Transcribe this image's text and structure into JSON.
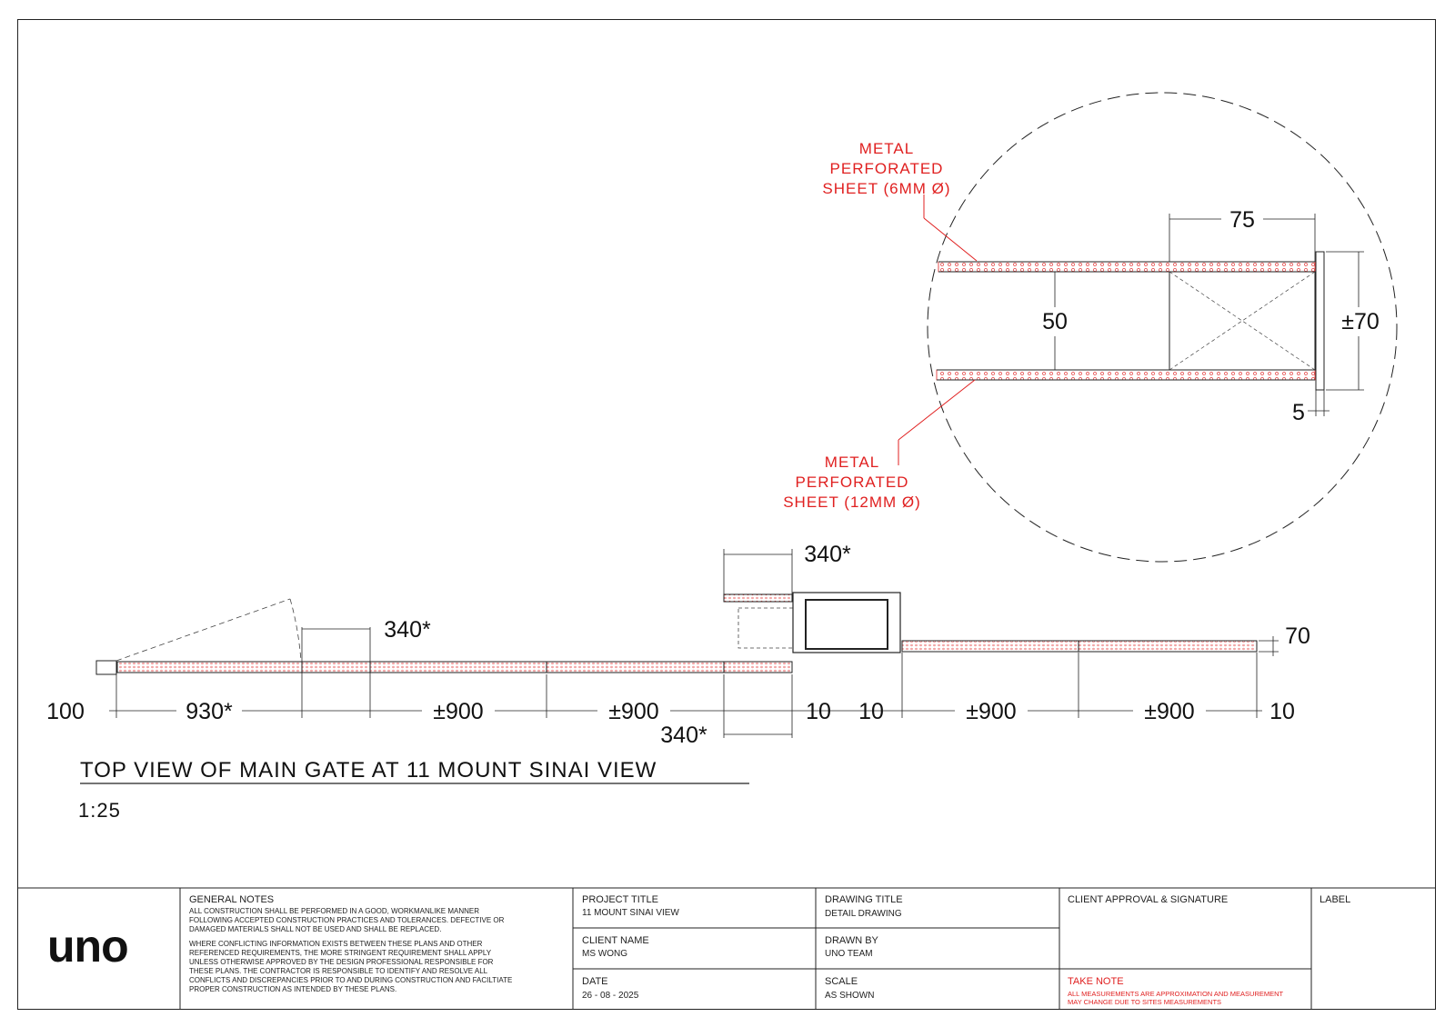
{
  "drawing": {
    "title": "TOP VIEW OF MAIN GATE AT 11 MOUNT SINAI VIEW",
    "scale": "1:25",
    "detail_labels": {
      "top_callout": [
        "METAL",
        "PERFORATED",
        "SHEET (6MM Ø)"
      ],
      "bottom_callout": [
        "METAL",
        "PERFORATED",
        "SHEET (12MM Ø)"
      ]
    },
    "detail_dims": {
      "width": "75",
      "inner": "50",
      "overall": "±70",
      "plate": "5"
    },
    "plan_dims": {
      "post_left": "100",
      "leaf": "930*",
      "swing": "340*",
      "panel_1": "±900",
      "panel_2": "±900",
      "end_gap_left": "10",
      "top_offset": "340*",
      "bottom_offset": "340*",
      "gap_right_1": "10",
      "panel_3": "±900",
      "panel_4": "±900",
      "gap_right_2": "10",
      "thickness": "70"
    },
    "accent_color": "#e02020"
  },
  "title_block": {
    "logo": "uno",
    "general_notes_heading": "GENERAL NOTES",
    "general_notes_p1": [
      "ALL CONSTRUCTION SHALL BE PERFORMED IN A GOOD, WORKMANLIKE MANNER",
      "FOLLOWING ACCEPTED CONSTRUCTION PRACTICES AND TOLERANCES. DEFECTIVE OR",
      "DAMAGED MATERIALS SHALL NOT BE USED AND SHALL BE REPLACED."
    ],
    "general_notes_p2": [
      "WHERE CONFLICTING INFORMATION EXISTS BETWEEN THESE PLANS AND OTHER",
      "REFERENCED REQUIREMENTS, THE MORE STRINGENT REQUIREMENT SHALL APPLY",
      "UNLESS OTHERWISE APPROVED BY THE DESIGN PROFESSIONAL RESPONSIBLE FOR",
      "THESE PLANS. THE CONTRACTOR IS RESPONSIBLE TO IDENTIFY AND RESOLVE ALL",
      "CONFLICTS AND DISCREPANCIES PRIOR TO AND DURING CONSTRUCTION AND FACILTIATE",
      "PROPER CONSTRUCTION AS INTENDED BY THESE PLANS."
    ],
    "project_title_label": "PROJECT TITLE",
    "project_title": "11 MOUNT SINAI VIEW",
    "client_name_label": "CLIENT NAME",
    "client_name": "MS WONG",
    "date_label": "DATE",
    "date": "26 - 08 - 2025",
    "drawing_title_label": "DRAWING TITLE",
    "drawing_title": "DETAIL DRAWING",
    "drawn_by_label": "DRAWN BY",
    "drawn_by": "UNO TEAM",
    "scale_label": "SCALE",
    "scale": "AS SHOWN",
    "approval_label": "CLIENT APPROVAL & SIGNATURE",
    "take_note_label": "TAKE NOTE",
    "take_note": [
      "ALL MEASUREMENTS ARE APPROXIMATION AND MEASUREMENT",
      "MAY CHANGE DUE TO SITES MEASUREMENTS"
    ],
    "label_heading": "LABEL"
  }
}
